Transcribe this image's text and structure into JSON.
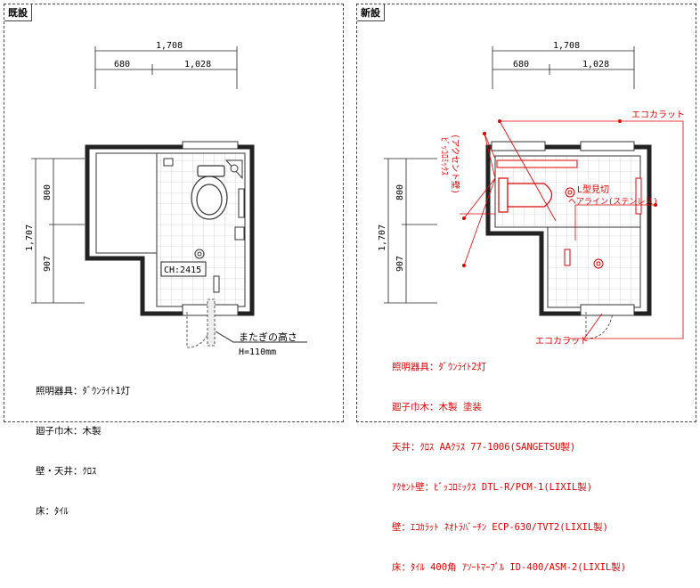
{
  "left": {
    "title": "既設",
    "dim_total": "1,708",
    "dim_a": "680",
    "dim_b": "1,028",
    "dim_v_total": "1,707",
    "dim_v_a": "800",
    "dim_v_b": "907",
    "ch_label": "CH:2415",
    "step_label_1": "またぎの高さ",
    "step_label_2": "H=110mm",
    "notes": [
      "照明器具：ﾀﾞｳﾝﾗｲﾄ1灯",
      "廻子巾木：木製",
      "壁・天井：ｸﾛｽ",
      "床：ﾀｲﾙ"
    ]
  },
  "right": {
    "title": "新設",
    "dim_total": "1,708",
    "dim_a": "680",
    "dim_b": "1,028",
    "dim_v_total": "1,707",
    "dim_v_a": "800",
    "dim_v_b": "907",
    "label_ecocarat_top": "エコカラット",
    "label_accent_1": "(アクセント壁)",
    "label_accent_2": "ﾋﾞｯｺﾛﾐｯｸｽ",
    "label_lshape_1": "L型見切",
    "label_lshape_2": "ヘアライン(ステンレス)",
    "label_ecocarat_bottom": "エコカラット",
    "notes": [
      "照明器具：ﾀﾞｳﾝﾗｲﾄ2灯",
      "廻子巾木：木製 塗装",
      "天井：ｸﾛｽ AAｸﾗｽ 77-1006(SANGETSU製)",
      "ｱｸｾﾝﾄ壁：ﾋﾞｯｺﾛﾐｯｸｽ DTL-R/PCM-1(LIXIL製)",
      "壁：ｴｺｶﾗｯﾄ ﾈｵﾄﾗﾊﾞｰﾁﾝ ECP-630/TVT2(LIXIL製)",
      "床：ﾀｲﾙ 400角 ｱｿｰﾄﾏｰﾌﾞﾙ ID-400/ASM-2(LIXIL製)"
    ]
  }
}
